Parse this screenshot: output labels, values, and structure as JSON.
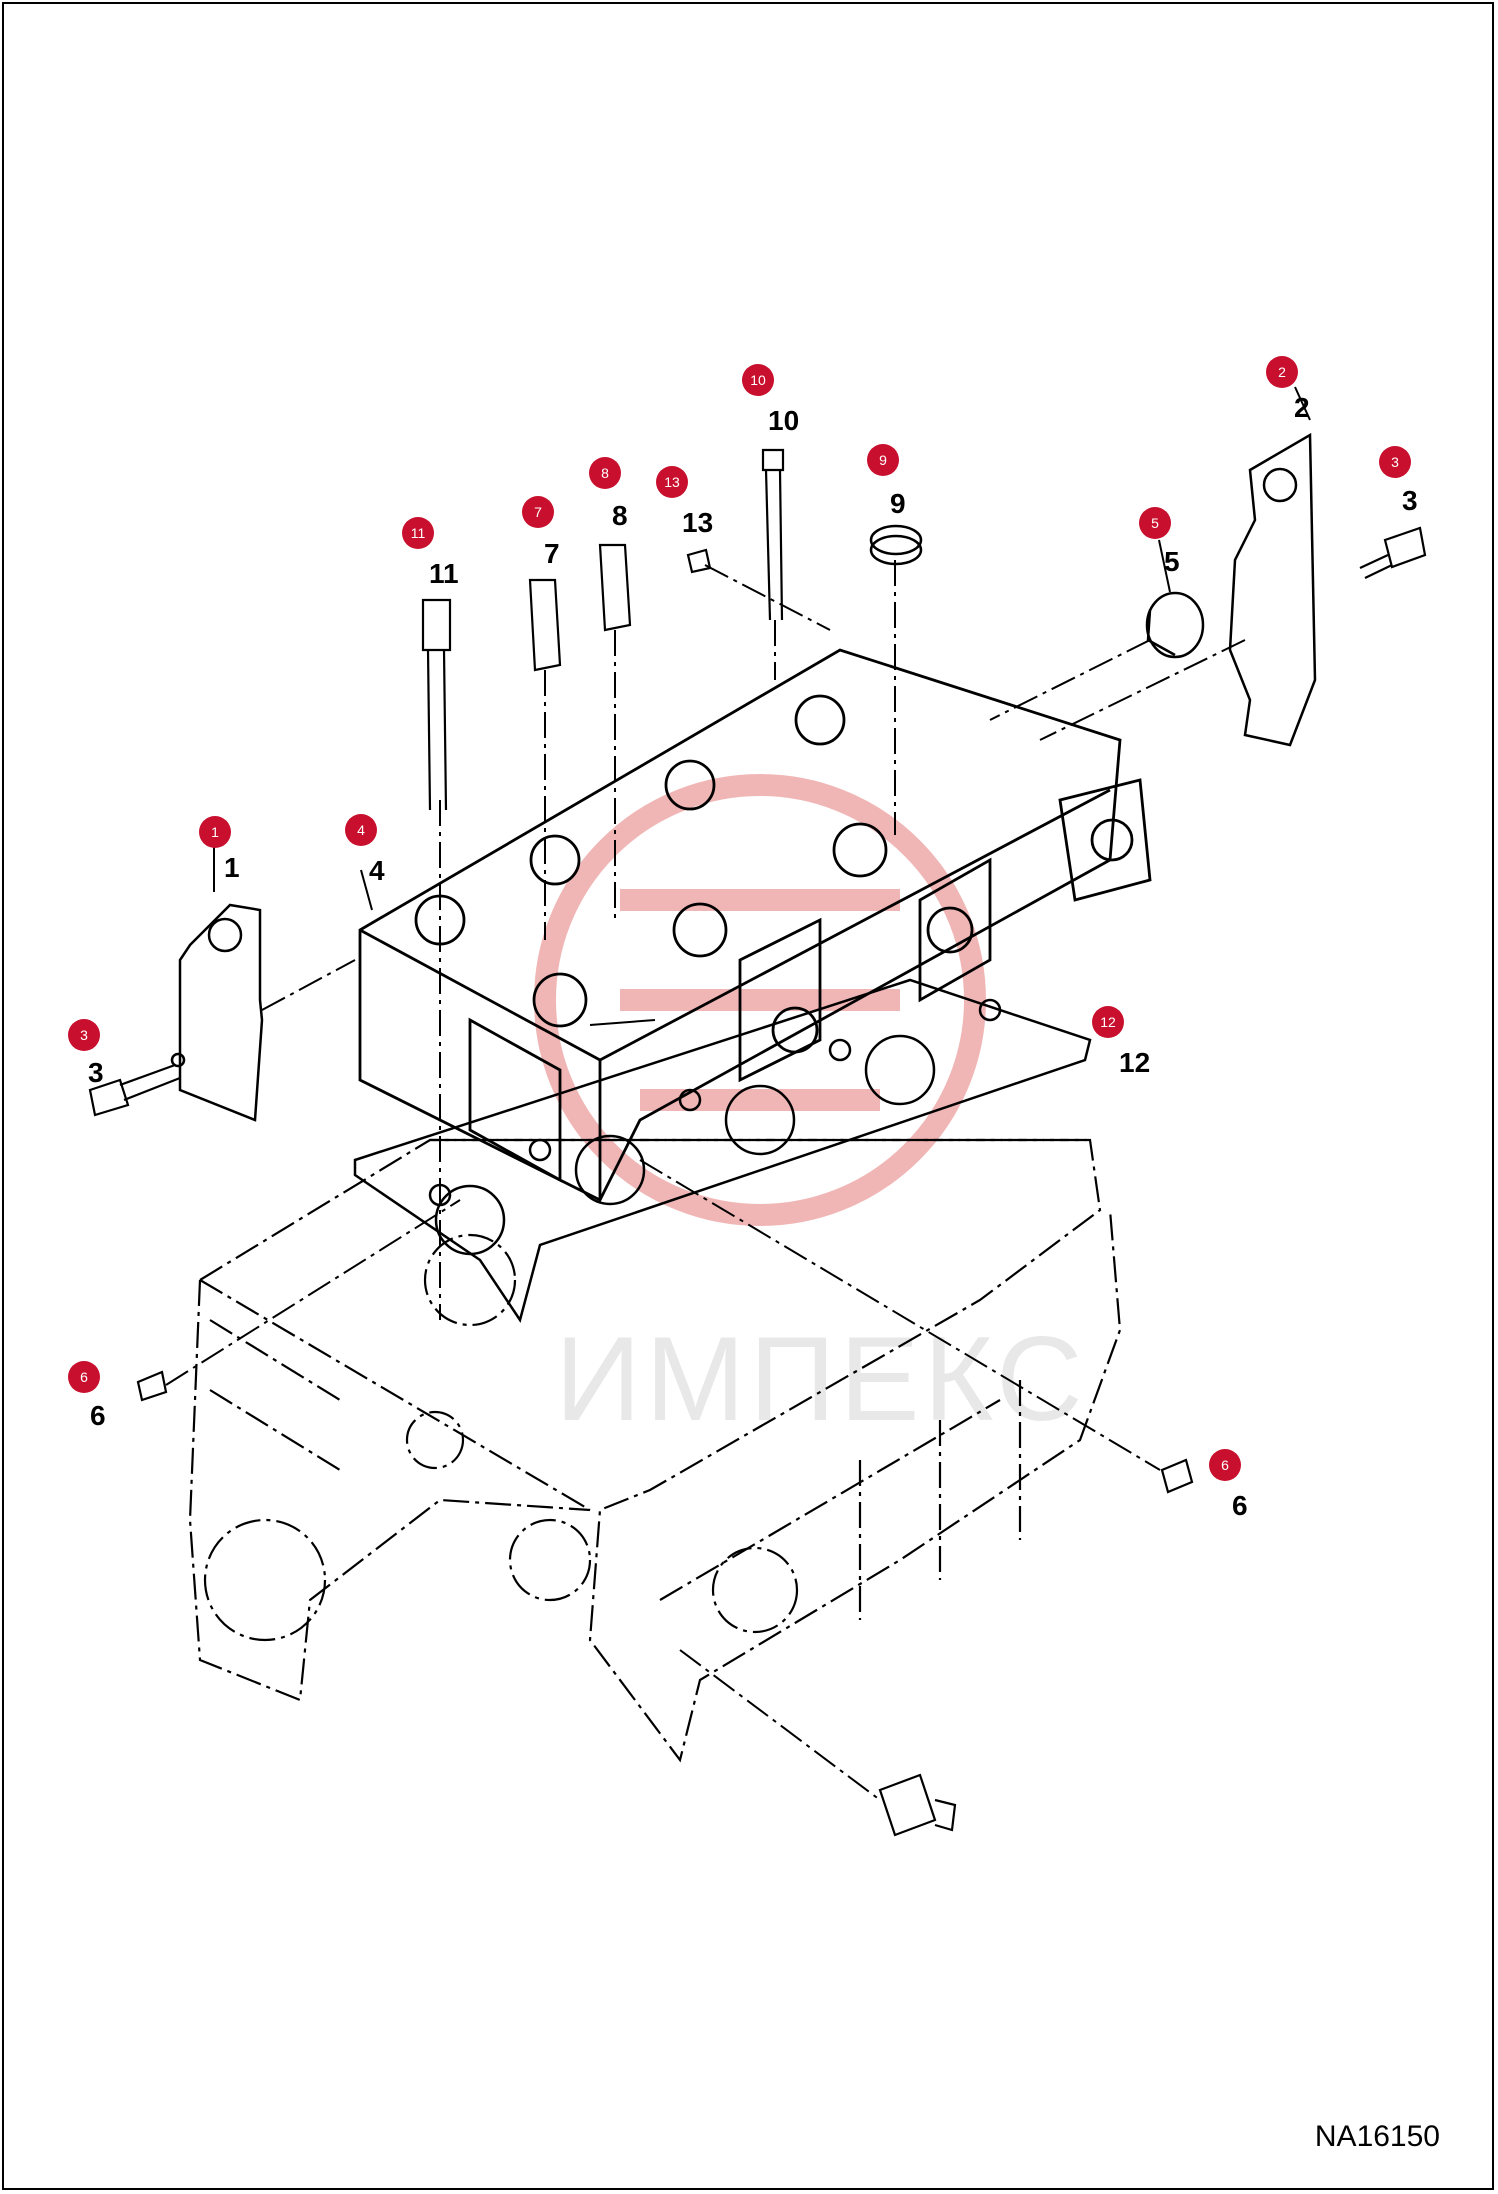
{
  "figure_code": "NA16150",
  "watermark": "ИМПЕКС",
  "colors": {
    "callout": "#c8102e",
    "line": "#000000",
    "watermark_red": "#e06060"
  },
  "callouts": [
    {
      "id": "c1",
      "badge": "1",
      "part": "1"
    },
    {
      "id": "c2",
      "badge": "2",
      "part": "2"
    },
    {
      "id": "c3a",
      "badge": "3",
      "part": "3"
    },
    {
      "id": "c3b",
      "badge": "3",
      "part": "3"
    },
    {
      "id": "c4",
      "badge": "4",
      "part": "4"
    },
    {
      "id": "c5",
      "badge": "5",
      "part": "5"
    },
    {
      "id": "c6a",
      "badge": "6",
      "part": "6"
    },
    {
      "id": "c6b",
      "badge": "6",
      "part": "6"
    },
    {
      "id": "c7",
      "badge": "7",
      "part": "7"
    },
    {
      "id": "c8",
      "badge": "8",
      "part": "8"
    },
    {
      "id": "c9",
      "badge": "9",
      "part": "9"
    },
    {
      "id": "c10",
      "badge": "10",
      "part": "10"
    },
    {
      "id": "c11",
      "badge": "11",
      "part": "11"
    },
    {
      "id": "c12",
      "badge": "12",
      "part": "12"
    },
    {
      "id": "c13",
      "badge": "13",
      "part": "13"
    }
  ]
}
